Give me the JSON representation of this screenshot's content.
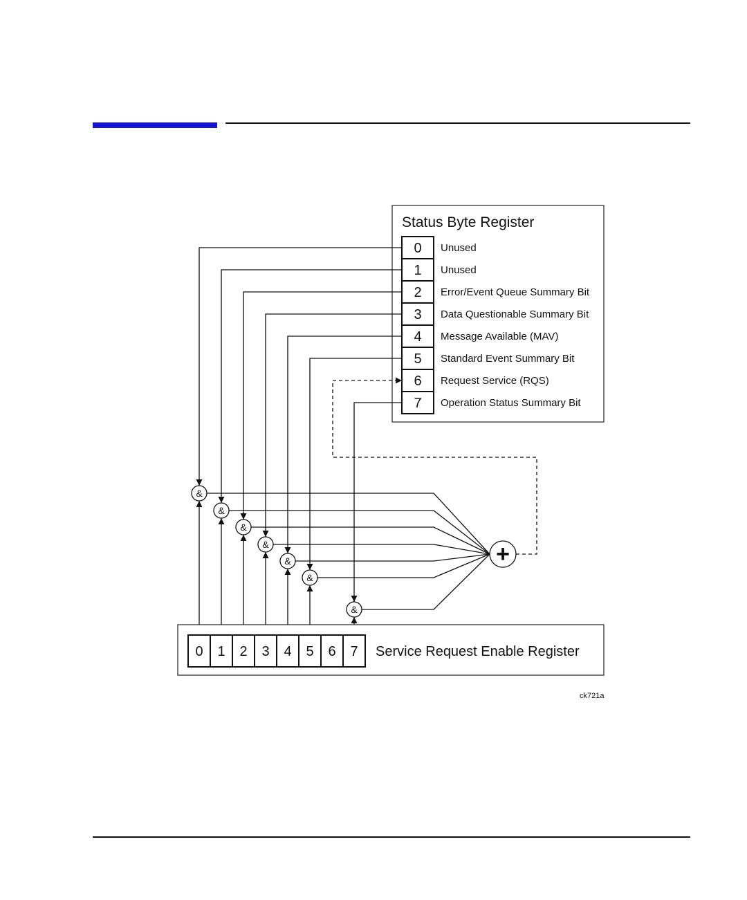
{
  "header": {
    "accent_color": "#1515d6"
  },
  "status_byte_register": {
    "title": "Status Byte Register",
    "bits": [
      {
        "number": "0",
        "label": "Unused"
      },
      {
        "number": "1",
        "label": "Unused"
      },
      {
        "number": "2",
        "label": "Error/Event Queue Summary Bit"
      },
      {
        "number": "3",
        "label": "Data Questionable Summary Bit"
      },
      {
        "number": "4",
        "label": "Message Available (MAV)"
      },
      {
        "number": "5",
        "label": "Standard Event Summary Bit"
      },
      {
        "number": "6",
        "label": "Request Service (RQS)"
      },
      {
        "number": "7",
        "label": "Operation Status Summary Bit"
      }
    ]
  },
  "service_request_enable_register": {
    "title": "Service Request Enable Register",
    "bits": [
      "0",
      "1",
      "2",
      "3",
      "4",
      "5",
      "6",
      "7"
    ]
  },
  "gates": {
    "and_symbol": "&",
    "or_symbol": "+"
  },
  "figure_id": "ck721a"
}
